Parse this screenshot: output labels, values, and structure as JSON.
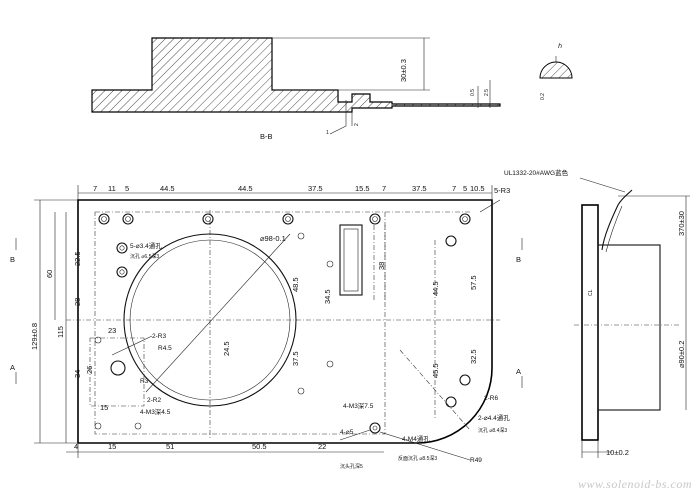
{
  "section_label": "B-B",
  "section_dims": {
    "height": "30±0.3",
    "right_a": "0.5",
    "right_b": "2.5",
    "small": "2",
    "mark": "1"
  },
  "detail": {
    "label": "0.2",
    "mark": "ℎ"
  },
  "cut_marks": {
    "b": "B",
    "a": "A"
  },
  "top_dims": [
    "7",
    "11",
    "5",
    "44.5",
    "44.5",
    "37.5",
    "15.5",
    "7",
    "37.5",
    "7",
    "5",
    "10.5"
  ],
  "top_radius": "5-R3",
  "bottom_dims": [
    "4",
    "15",
    "51",
    "50.5",
    "22"
  ],
  "left_dims": {
    "overall": "129±0.8",
    "mid": "115",
    "h60": "60",
    "h22": "22.5",
    "h28": "28",
    "w23": "23",
    "h34": "34",
    "h26": "26",
    "w15": "15"
  },
  "center_dims": {
    "d48": "48.5",
    "d34": "34.5",
    "d38": "38",
    "d24": "24.5",
    "d37": "37.5",
    "bore": "⌀98-0.1"
  },
  "right_dims": {
    "h44": "44.5",
    "h57": "57.5",
    "h45": "45.5",
    "h32": "32.5"
  },
  "labels": {
    "holes_5": "5-⌀3.4通孔",
    "holes_5b": "沉孔 ⌀6.5深3",
    "r3": "2-R3",
    "r45": "R4.5",
    "r3b": "R3",
    "r2": "2-R2",
    "m3_45": "4-M3深4.5",
    "m3_75": "4-M3深7.5",
    "holes_4": "4-⌀5",
    "holes_4_note": "沉头孔深5",
    "m4": "4-M4通孔",
    "m4_note": "反面沉孔 ⌀8.5深3",
    "r49": "R49",
    "r6": "2-R6",
    "holes_44": "2-⌀4.4通孔",
    "holes_44_note": "沉孔 ⌀8.4深3"
  },
  "side_view": {
    "cable": "UL1332-20#AWG蓝色",
    "cable_len": "370±30",
    "dia": "⌀90±0.2",
    "width": "10±0.2",
    "center_mark": "CL"
  },
  "watermark": "www.solenoid-bs.com"
}
